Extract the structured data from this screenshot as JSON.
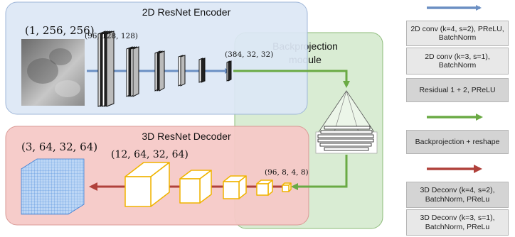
{
  "encoder": {
    "title": "2D ResNet Encoder",
    "input_shape": "(1, 256, 256)",
    "shape_after_first": "(96, 128, 128)",
    "shape_out": "(384, 32, 32)"
  },
  "backprojection": {
    "title_line1": "Backprojection",
    "title_line2": "module"
  },
  "decoder": {
    "title": "3D ResNet Decoder",
    "output_shape": "(3, 64, 32, 64)",
    "shape_after_first": "(12, 64, 32, 64)",
    "shape_in": "(96, 8, 4, 8)"
  },
  "legend": {
    "encoder_color": "#6b8fc3",
    "backprojection_color": "#6aaa44",
    "decoder_color": "#b0413b",
    "items": [
      {
        "line1": "2D conv (k=4, s=2), PReLU,",
        "line2": "BatchNorm"
      },
      {
        "line1": "2D conv (k=3, s=1),",
        "line2": "BatchNorm"
      },
      {
        "line1": "Residual 1 + 2, PReLU",
        "line2": ""
      },
      {
        "line1": "Backprojection + reshape",
        "line2": ""
      },
      {
        "line1": "3D Deconv (k=4, s=2),",
        "line2": "BatchNorm, PReLu"
      },
      {
        "line1": "3D Deconv (k=3, s=1),",
        "line2": "BatchNorm, PReLu"
      }
    ]
  },
  "colors": {
    "encoder_bg": "#dce7f5",
    "backprojection_bg": "#d9ecd3",
    "decoder_bg": "#f5c9c7",
    "cube_stroke": "#f0b400"
  }
}
